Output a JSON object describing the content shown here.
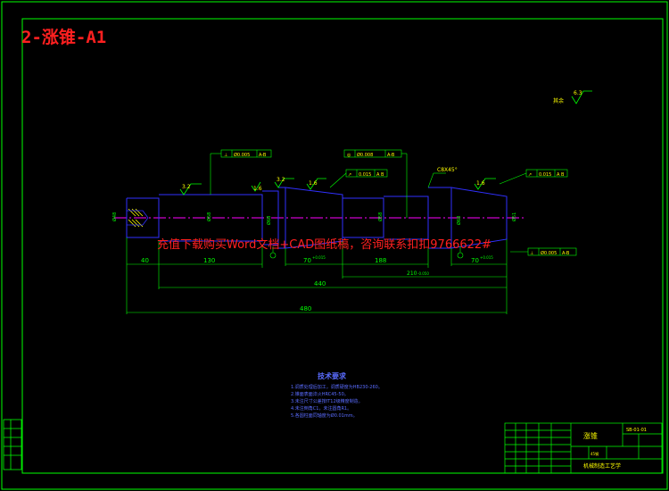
{
  "title": "2-涨锥-A1",
  "watermark": "充值下载购买Word文档+CAD图纸稿，咨询联系扣扣9766622#",
  "roughness": {
    "label": "其余",
    "value": "6.3"
  },
  "surface_marks": [
    "3.2",
    "1.6",
    "3.2",
    "1.6",
    "1.6"
  ],
  "chamfer": "C8X45°",
  "dimensions": {
    "seg1": "40",
    "seg2": "130",
    "seg3": "70",
    "seg4": "188",
    "seg5": "70",
    "mid": "210",
    "total_440": "440",
    "total_480": "480",
    "tol_upper": "+0.015",
    "tol_lower": "-0.050"
  },
  "tolerance_frames": [
    {
      "symbol": "⊥",
      "value": "Ø0.005",
      "datum": "A-B"
    },
    {
      "symbol": "◎",
      "value": "Ø0.008",
      "datum": "A-B"
    },
    {
      "symbol": "↗",
      "value": "0.015",
      "datum": "A B"
    },
    {
      "symbol": "↗",
      "value": "0.015",
      "datum": "A B"
    },
    {
      "symbol": "⊥",
      "value": "Ø0.005",
      "datum": "A-B"
    }
  ],
  "notes": {
    "heading": "技术要求",
    "lines": [
      "1.调质处理后加工，调质硬度为HB230-260。",
      "2.锥面表面淬火HRC45-50。",
      "3.未注尺寸公差按IT12级精度制造。",
      "4.未注倒角C1，未注圆角R1。",
      "5.各圆柱面同轴度为Ø0.01mm。"
    ]
  },
  "title_block": {
    "part_name": "涨锥",
    "drawing_no": "SB-01-01",
    "material": "45钢",
    "school": "机械制造工艺学"
  },
  "colors": {
    "green": "#00ff00",
    "blue": "#3030ff",
    "red": "#ff2020",
    "magenta": "#ff00ff",
    "yellow": "#ffff00",
    "cyan": "#00ffff"
  }
}
